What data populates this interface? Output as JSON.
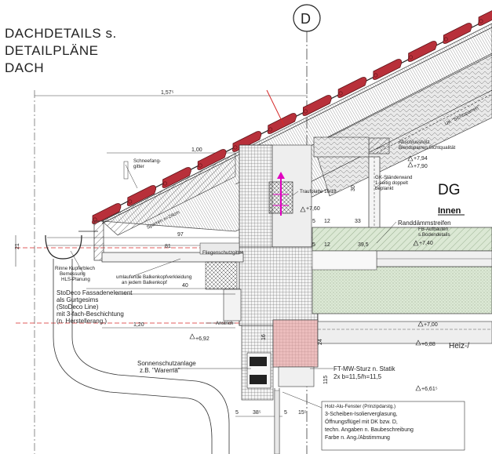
{
  "title": {
    "line1": "DACHDETAILS s.",
    "line2": "DETAILPLÄNE",
    "line3": "DACH"
  },
  "axis_marker": "D",
  "room": {
    "name": "DG",
    "sub": "Innen"
  },
  "labels": {
    "schneefang": [
      "Schneefang-",
      "gitter"
    ],
    "sichtsparren": "UK \"Sichtsparren\"",
    "abschluss": [
      "Abschlussholz",
      "Blendsparren,Sichtqualität"
    ],
    "gk": [
      "GK-Ständerwand",
      "1-seitig doppelt",
      "beplankt"
    ],
    "traufplatte": "Traufplatte 16/18",
    "sparren": "Sparren n=24cm",
    "randdaemm": "Randdämmstreifen",
    "fb": [
      "FB-Aufbauten",
      "s.Bodendetails"
    ],
    "fliegenschutz": "Fliegenschutzgitter",
    "rinne": [
      "Rinne Kupferblech",
      "Bemessung",
      "HLS-Planung"
    ],
    "balkenkopf": [
      "umlaufende Balkenkopfverkleidung",
      "an jedem Balkenkopf"
    ],
    "stodeco": [
      "StoDeco Fassadenelement",
      "als Gurtgesims",
      "(StoDeco Line)",
      "mit 3-fach-Beschichtung",
      "(n. Herstellerang.)"
    ],
    "anstrich": "Anstrich",
    "sonnenschutz": [
      "Sonnenschutzanlage",
      "z.B. \"Warema\""
    ],
    "ft_sturz": [
      "FT-MW-Sturz n. Statik",
      "2x b=11,5/h=11,5"
    ],
    "fenster": [
      "Holz-Alu-Fenster (Prinzipdarstg.)",
      "3-Scheiben-Isolierverglasung,",
      "Öffnungsflügel mit DK bzw. D,",
      "techn. Angaben n. Baubeschreibung",
      "Farbe n. Ang./Abstimmung"
    ],
    "heiz": "Heiz-/"
  },
  "dimensions": {
    "d157": "1,57⁵",
    "d100": "1,00",
    "d97": "97",
    "d81": "81",
    "d40": "40",
    "d120": "1,20",
    "d30": "30",
    "d12a": "12",
    "d12b": "12",
    "d5a": "5",
    "d5b": "5",
    "d33": "33",
    "d395": "39,5",
    "d115": "115",
    "d385": "38⁵",
    "d155": "15⁵",
    "d5c": "5",
    "d5d": "5",
    "d21": "21",
    "d16": "16",
    "d24": "24"
  },
  "levels": {
    "l794": "+7,94",
    "l790": "+7,90",
    "l760": "+7,60",
    "l740": "+7,40",
    "l700": "+7,00",
    "l688": "+6,88",
    "l692": "+6,92",
    "l661": "+6,61⁵"
  },
  "colors": {
    "roof_tile": "#b8303a",
    "hatch_line": "#333333",
    "concrete": "#d8e8d0",
    "masonry": "#e6e6e6",
    "window_red": "#e8a0a0",
    "magenta": "#e000c0",
    "section_red": "#d62828"
  }
}
